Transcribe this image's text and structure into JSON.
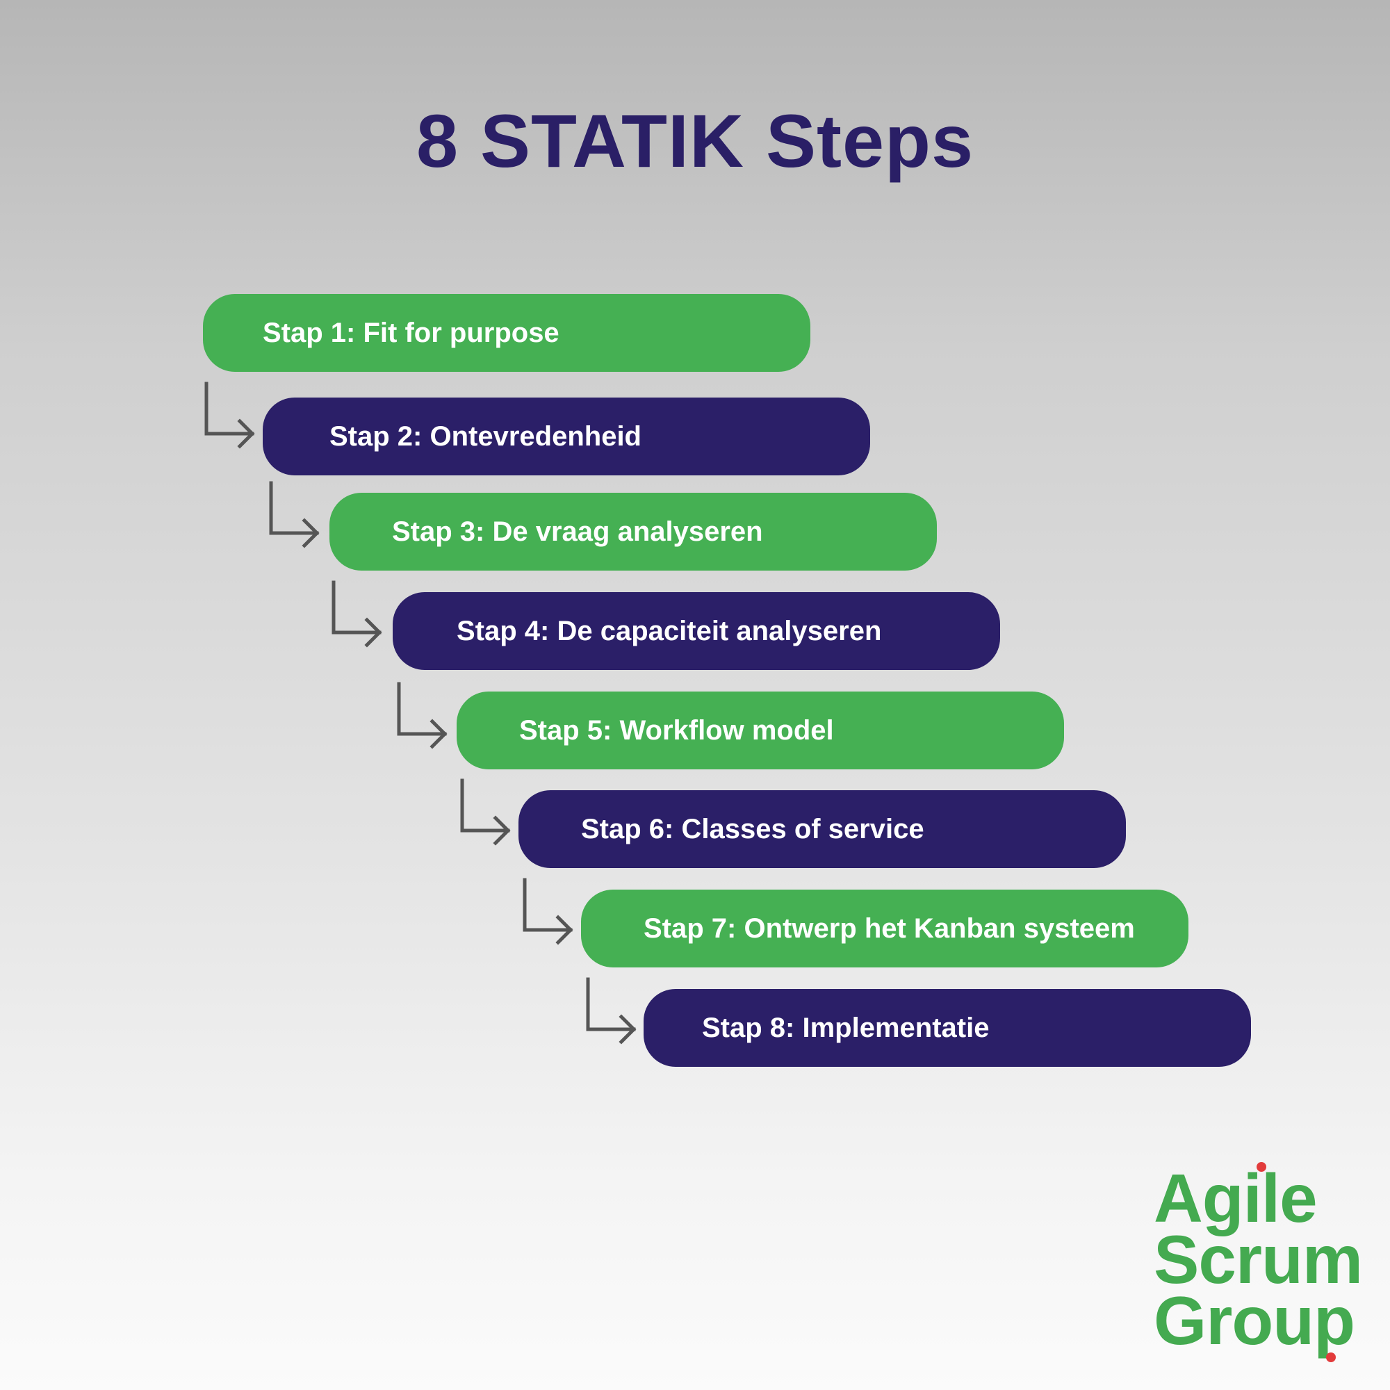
{
  "title": "8 STATIK Steps",
  "steps": [
    {
      "label": "Stap 1: Fit for purpose",
      "color": "#45b053"
    },
    {
      "label": "Stap 2: Ontevredenheid",
      "color": "#2b1f68"
    },
    {
      "label": "Stap 3: De vraag analyseren",
      "color": "#45b053"
    },
    {
      "label": "Stap 4: De capaciteit analyseren",
      "color": "#2b1f68"
    },
    {
      "label": "Stap 5: Workflow model",
      "color": "#45b053"
    },
    {
      "label": "Stap 6: Classes of service",
      "color": "#2b1f68"
    },
    {
      "label": "Stap 7: Ontwerp het Kanban systeem",
      "color": "#45b053"
    },
    {
      "label": "Stap 8: Implementatie",
      "color": "#2b1f68"
    }
  ],
  "connector_icon": "turn-right-arrow-icon",
  "logo": {
    "line1": "Agile",
    "line2": "Scrum",
    "line3": "Group",
    "text_color": "#44aa50",
    "dot_color": "#e23b3b"
  },
  "colors": {
    "title": "#2a1f66",
    "green": "#45b053",
    "navy": "#2b1f68",
    "arrow": "#555555"
  }
}
